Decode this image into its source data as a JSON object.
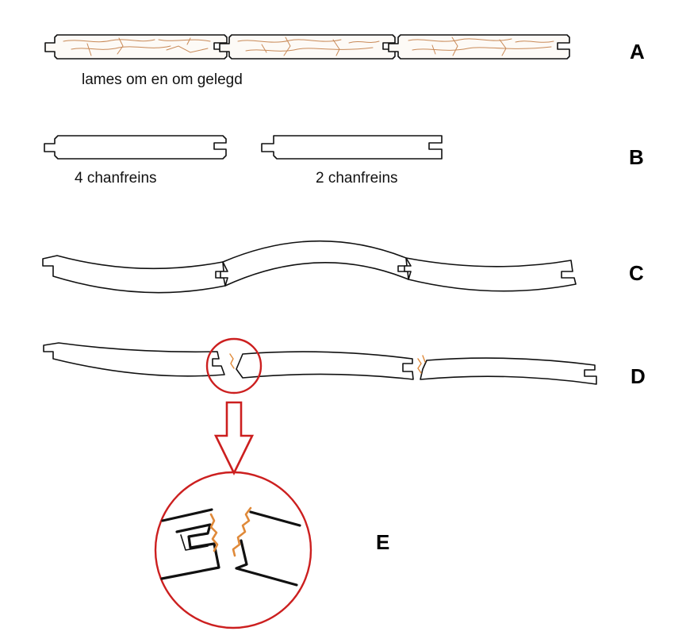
{
  "rows": [
    {
      "id": "A",
      "letter": "A",
      "caption": "lames om en om gelegd"
    },
    {
      "id": "B",
      "letter": "B",
      "caption_left": "4 chanfreins",
      "caption_right": "2 chanfreins"
    },
    {
      "id": "C",
      "letter": "C"
    },
    {
      "id": "D",
      "letter": "D"
    },
    {
      "id": "E",
      "letter": "E"
    }
  ],
  "colors": {
    "outline": "#111111",
    "wood_grain": "#c98a58",
    "crack": "#e08a3a",
    "highlight": "#cc1f1f"
  }
}
